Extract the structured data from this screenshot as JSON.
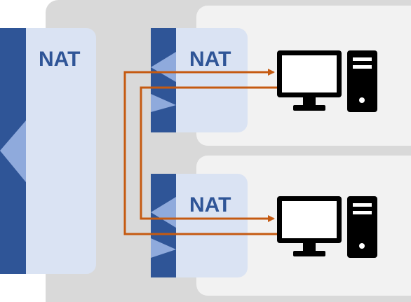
{
  "diagram": {
    "outer_nat": {
      "label": "NAT"
    },
    "inner_nats": [
      {
        "label": "NAT"
      },
      {
        "label": "NAT"
      }
    ],
    "hosts": [
      {
        "icon": "desktop-computer-icon"
      },
      {
        "icon": "desktop-computer-icon"
      }
    ],
    "connection": {
      "color": "#c55a11",
      "description_icon": "arrow-icon"
    },
    "colors": {
      "outer_network": "#d9d9d9",
      "inner_network": "#f2f2f2",
      "nat_box": "#dae3f3",
      "nat_bar": "#2f5597",
      "nat_triangle": "#8faadc",
      "computer": "#000000"
    }
  }
}
